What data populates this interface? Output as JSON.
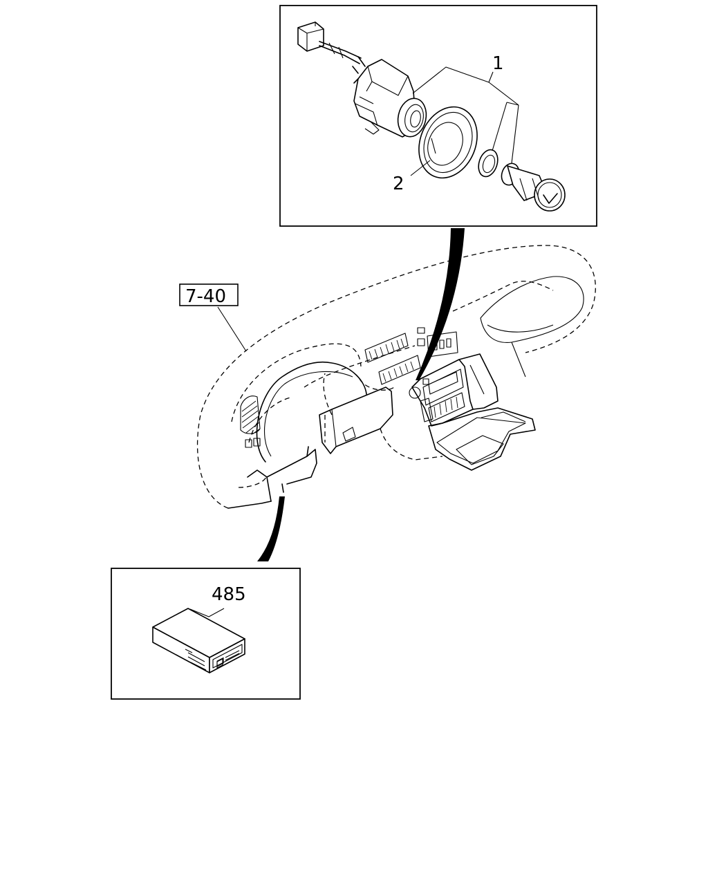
{
  "diagram": {
    "reference_label": "7-40",
    "top_callout": {
      "part_1": "1",
      "part_2": "2"
    },
    "bottom_callout": {
      "part": "485"
    }
  }
}
